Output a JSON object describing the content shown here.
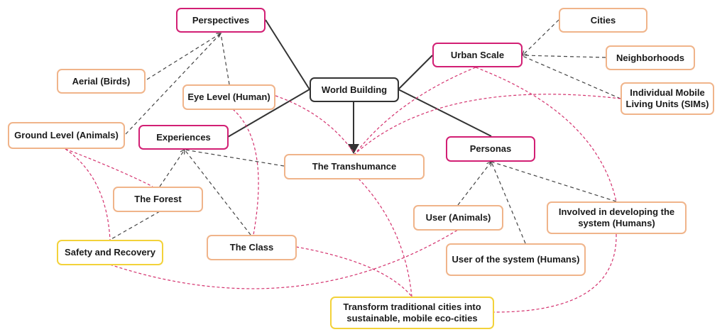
{
  "nodes": {
    "perspectives": "Perspectives",
    "aerial": "Aerial (Birds)",
    "eye_level": "Eye Level (Human)",
    "world_building": "World Building",
    "ground_level": "Ground Level (Animals)",
    "experiences": "Experiences",
    "urban_scale": "Urban Scale",
    "cities": "Cities",
    "neighborhoods": "Neighborhoods",
    "sims": "Individual Mobile Living Units (SIMs)",
    "personas": "Personas",
    "transhumance": "The Transhumance",
    "forest": "The Forest",
    "user_animals": "User (Animals)",
    "involved": "Involved in developing the system (Humans)",
    "safety": "Safety and Recovery",
    "class": "The Class",
    "user_system": "User of the system (Humans)",
    "transform": "Transform traditional cities into sustainable, mobile eco-cities"
  },
  "colors": {
    "category": "#d21f74",
    "item": "#f0b48a",
    "goal": "#f3d23a",
    "root": "#333333",
    "relation": "#d4326e"
  }
}
